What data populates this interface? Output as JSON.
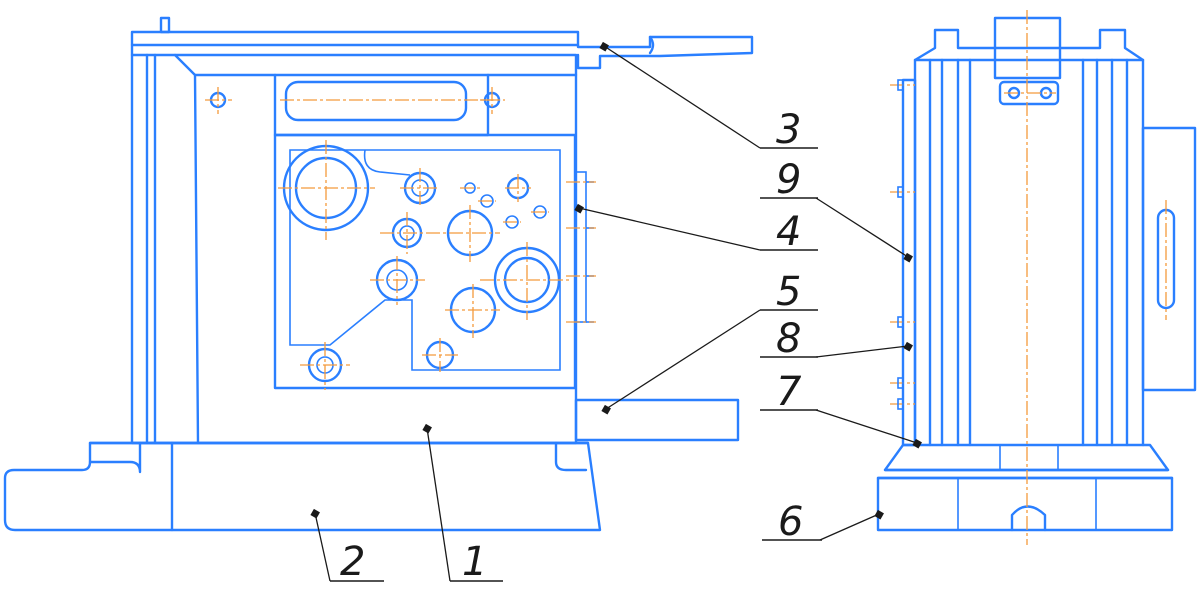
{
  "drawing": {
    "line_color": "#2a7fff",
    "centerline_color": "#f39a3c",
    "leader_color": "#1a1a1a"
  },
  "callouts": [
    {
      "id": "c1",
      "label": "1"
    },
    {
      "id": "c2",
      "label": "2"
    },
    {
      "id": "c3",
      "label": "3"
    },
    {
      "id": "c4",
      "label": "4"
    },
    {
      "id": "c5",
      "label": "5"
    },
    {
      "id": "c6",
      "label": "6"
    },
    {
      "id": "c7",
      "label": "7"
    },
    {
      "id": "c8",
      "label": "8"
    },
    {
      "id": "c9",
      "label": "9"
    }
  ]
}
